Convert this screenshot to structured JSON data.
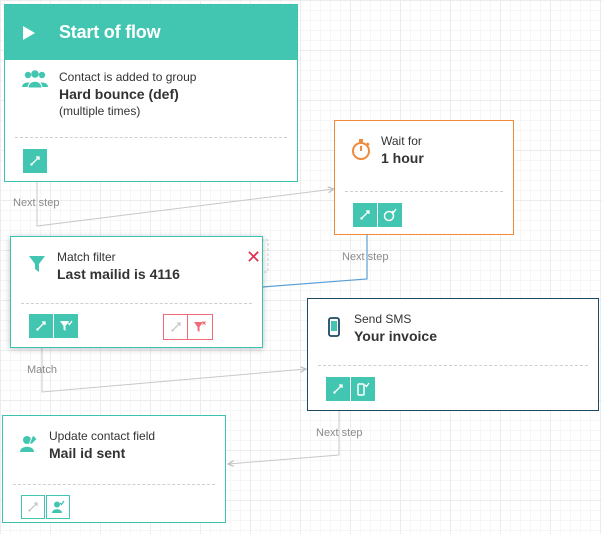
{
  "start": {
    "title": "Start of flow",
    "label": "Contact is added to group",
    "value": "Hard bounce (def)",
    "note": "(multiple times)"
  },
  "wait": {
    "label": "Wait for",
    "value": "1 hour"
  },
  "filter": {
    "label": "Match filter",
    "value": "Last mailid is 4116"
  },
  "sms": {
    "label": "Send SMS",
    "value": "Your invoice"
  },
  "update": {
    "label": "Update contact field",
    "value": "Mail id sent"
  },
  "connectors": {
    "start_to_wait": "Next step",
    "wait_to_filter": "Next step",
    "filter_to_sms": "Match",
    "sms_to_update": "Next step"
  },
  "colors": {
    "teal": "#42c6b2",
    "orange": "#ef8a3a",
    "navy": "#1e4966",
    "red": "#e0334f",
    "link": "#5aa0d8"
  }
}
